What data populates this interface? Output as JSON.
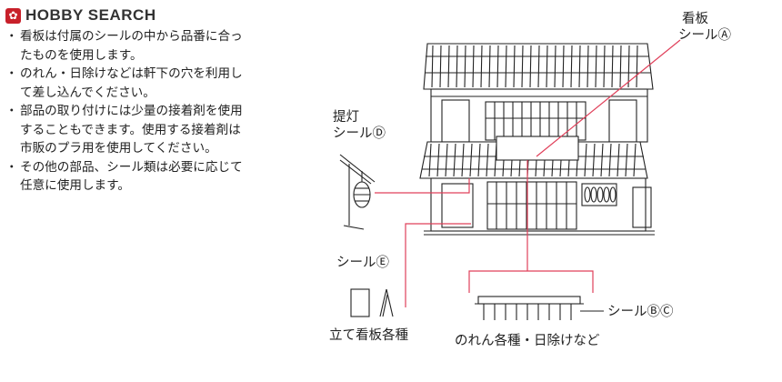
{
  "logo": {
    "text": "HOBBY SEARCH"
  },
  "notes": [
    "看板は付属のシールの中から品番に合ったものを使用します。",
    "のれん・日除けなどは軒下の穴を利用して差し込んでください。",
    "部品の取り付けには少量の接着剤を使用することもできます。使用する接着剤は市販のプラ用を使用してください。",
    "その他の部品、シール類は必要に応じて任意に使用します。"
  ],
  "labels": {
    "signboard_line1": "看板",
    "signboard_line2": "シールⒶ",
    "lantern_line1": "提灯",
    "lantern_line2": "シールⒹ",
    "seal_e": "シールⒺ",
    "standing_sign": "立て看板各種",
    "seal_bc": "シールⒷⒸ",
    "noren": "のれん各種・日除けなど"
  },
  "colors": {
    "leader": "#e0405a",
    "line": "#222222",
    "logo_red": "#c8202a"
  }
}
